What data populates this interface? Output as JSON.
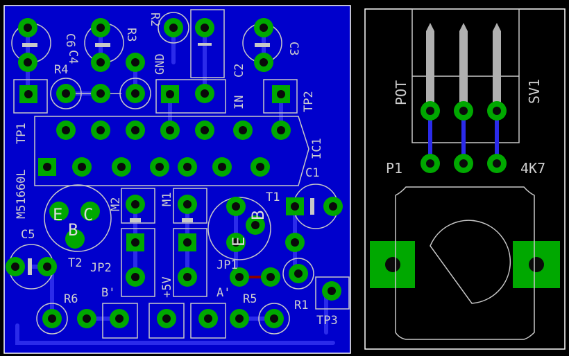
{
  "colors": {
    "background": "#000000",
    "board_fill": "#0000cc",
    "trace": "#1f1fd6",
    "pad_ring": "#00a800",
    "pad_hole": "#0a0a0a",
    "silkscreen": "#c8c8c8",
    "wire": "#8b0000",
    "pin_gray": "#b0b0b0"
  },
  "board_left": {
    "labels": {
      "c6": "C6",
      "c4": "C4",
      "r3": "R3",
      "r2": "R2",
      "r4": "R4",
      "gnd": "GND",
      "c2": "C2",
      "c3": "C3",
      "in": "IN",
      "tp2": "TP2",
      "tp1": "TP1",
      "ic_part": "M51660L",
      "ic1": "IC1",
      "m2": "M2",
      "m1": "M1",
      "t1": "T1",
      "c1": "C1",
      "c5": "C5",
      "t2": "T2",
      "jp2": "JP2",
      "jp1": "JP1",
      "plus5v": "+5V",
      "r6": "R6",
      "b_prime": "B'",
      "a_prime": "A'",
      "r5": "R5",
      "r1": "R1",
      "tp3": "TP3",
      "t2_e": "E",
      "t2_c": "C",
      "t2_b": "B",
      "t1_b": "B",
      "t1_e": "E"
    }
  },
  "board_right": {
    "labels": {
      "pot": "POT",
      "sv1": "SV1",
      "p1": "P1",
      "p1_value": "4K7"
    }
  }
}
